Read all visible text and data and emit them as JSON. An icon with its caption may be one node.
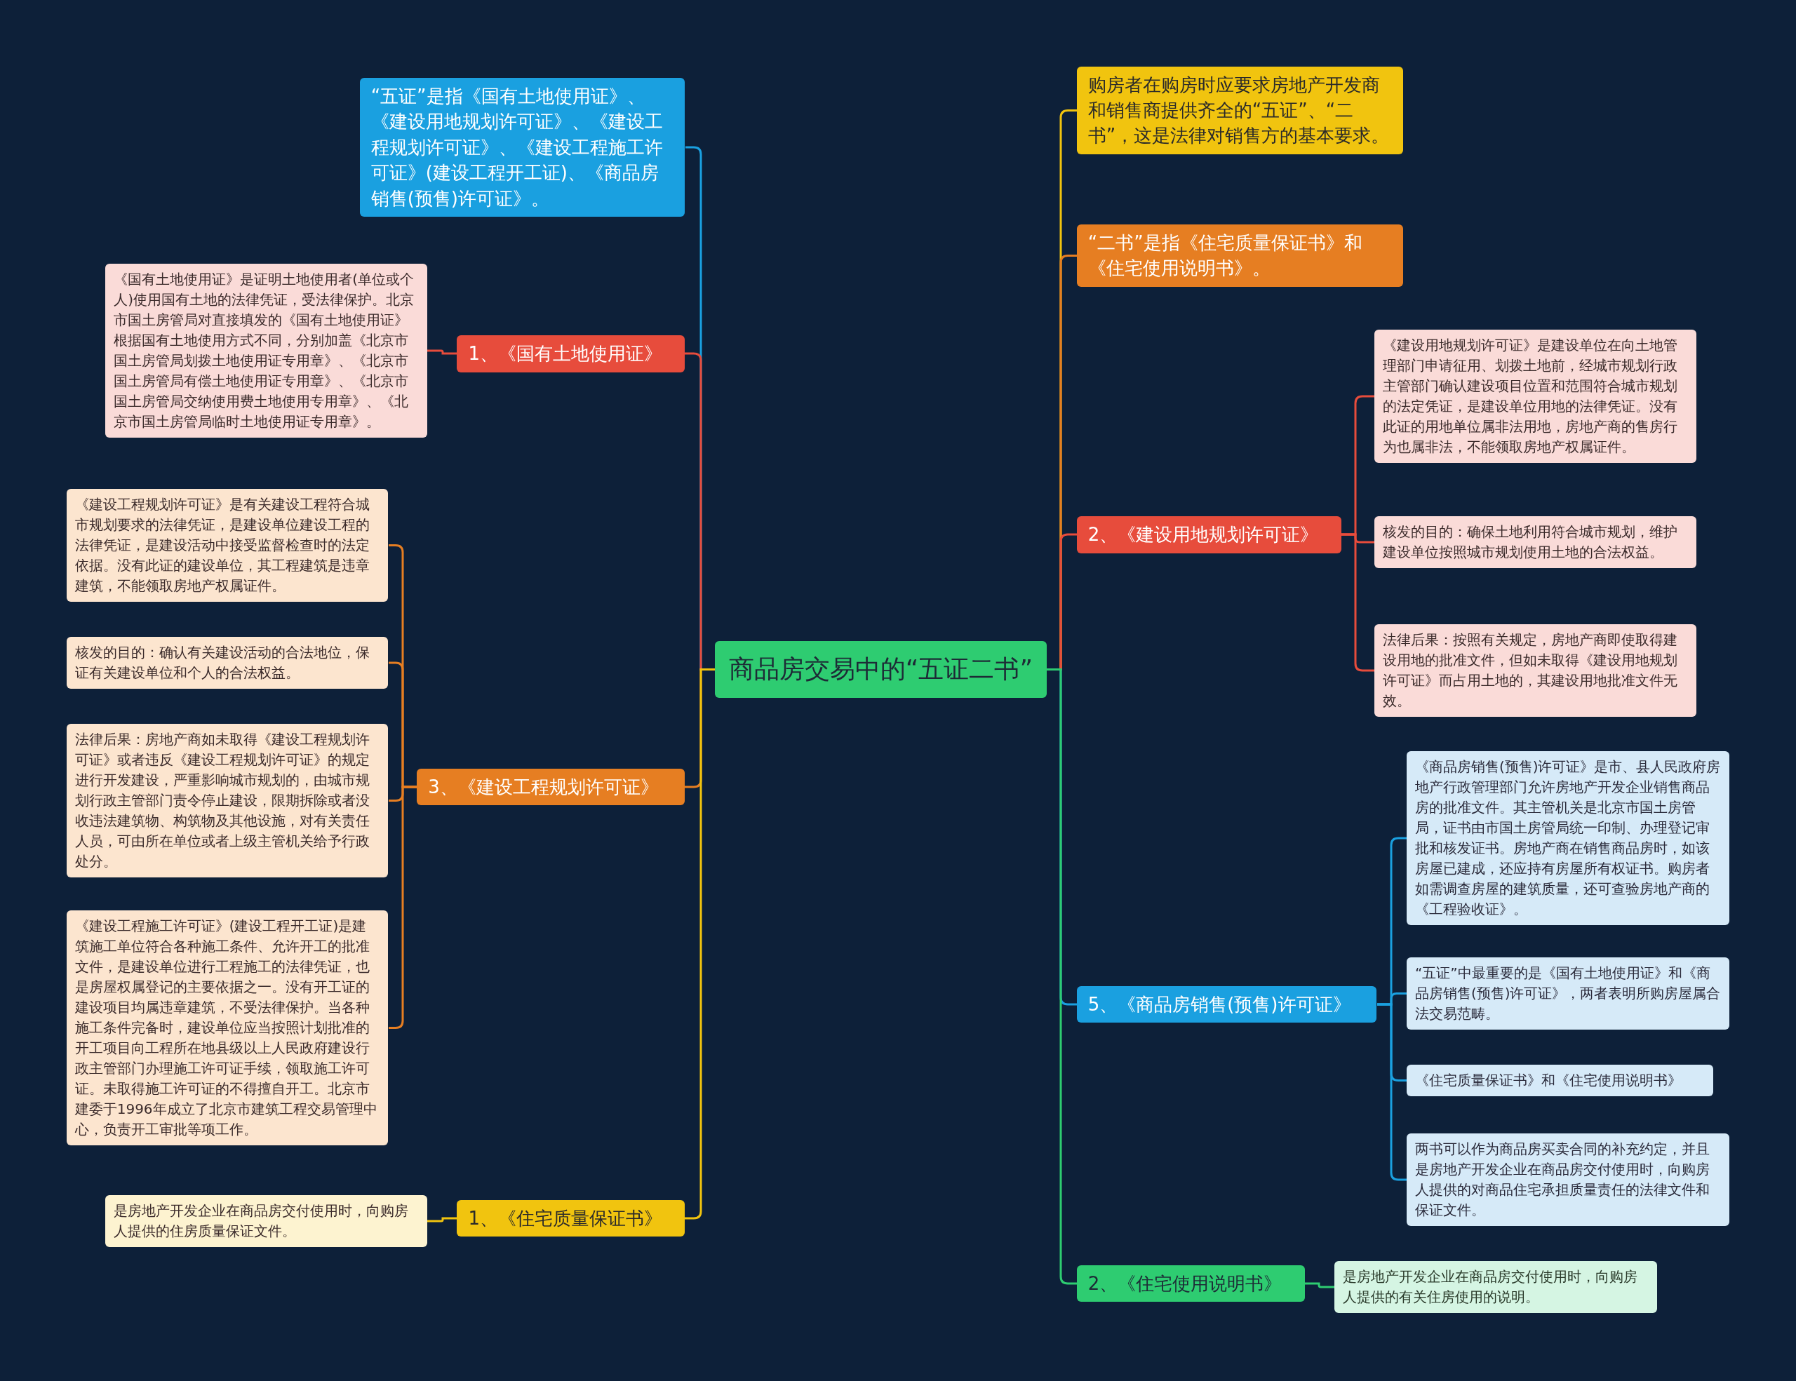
{
  "diagram": {
    "nodes": [
      {
        "text": [
          "商品房交易中的“五证二书”"
        ]
      },
      {
        "text": [
          "“五证”是指《国有土地使用证》、《建设用地规划许可证》、《建设工程规划许可证》、《建设工程施工许可证》(建设工程开工证)、《商品房销售(预售)许可证》。"
        ]
      },
      {
        "text": [
          "1、《国有土地使用证》"
        ]
      },
      {
        "text": [
          "《国有土地使用证》是证明土地使用者(单位或个人)使用国有土地的法律凭证，受法律保护。北京市国土房管局对直接填发的《国有土地使用证》根据国有土地使用方式不同，分别加盖《北京市国土房管局划拨土地使用证专用章》、《北京市国土房管局有偿土地使用证专用章》、《北京市国土房管局交纳使用费土地使用专用章》、《北京市国土房管局临时土地使用证专用章》。"
        ]
      },
      {
        "text": [
          "3、《建设工程规划许可证》"
        ]
      },
      {
        "text": [
          "《建设工程规划许可证》是有关建设工程符合城市规划要求的法律凭证，是建设单位建设工程的法律凭证，是建设活动中接受监督检查时的法定依据。没有此证的建设单位，其工程建筑是违章建筑，不能领取房地产权属证件。"
        ]
      },
      {
        "text": [
          "核发的目的：确认有关建设活动的合法地位，保证有关建设单位和个人的合法权益。"
        ]
      },
      {
        "text": [
          "法律后果：房地产商如未取得《建设工程规划许可证》或者违反《建设工程规划许可证》的规定进行开发建设，严重影响城市规划的，由城市规划行政主管部门责令停止建设，限期拆除或者没收违法建筑物、构筑物及其他设施，对有关责任人员，可由所在单位或者上级主管机关给予行政处分。"
        ]
      },
      {
        "text": [
          "《建设工程施工许可证》(建设工程开工证)是建筑施工单位符合各种施工条件、允许开工的批准文件，是建设单位进行工程施工的法律凭证，也是房屋权属登记的主要依据之一。没有开工证的建设项目均属违章建筑，不受法律保护。当各种施工条件完备时，建设单位应当按照计划批准的开工项目向工程所在地县级以上人民政府建设行政主管部门办理施工许可证手续，领取施工许可证。未取得施工许可证的不得擅自开工。北京市建委于1996年成立了北京市建筑工程交易管理中心，负责开工审批等项工作。"
        ]
      },
      {
        "text": [
          "1、《住宅质量保证书》"
        ]
      },
      {
        "text": [
          "是房地产开发企业在商品房交付使用时，向购房人提供的住房质量保证文件。"
        ]
      },
      {
        "text": [
          "购房者在购房时应要求房地产开发商和销售商提供齐全的“五证”、“二书”，这是法律对销售方的基本要求。"
        ]
      },
      {
        "text": [
          "“二书”是指《住宅质量保证书》和《住宅使用说明书》。"
        ]
      },
      {
        "text": [
          "2、《建设用地规划许可证》"
        ]
      },
      {
        "text": [
          "《建设用地规划许可证》是建设单位在向土地管理部门申请征用、划拨土地前，经城市规划行政主管部门确认建设项目位置和范围符合城市规划的法定凭证，是建设单位用地的法律凭证。没有此证的用地单位属非法用地，房地产商的售房行为也属非法，不能领取房地产权属证件。"
        ]
      },
      {
        "text": [
          "核发的目的：确保土地利用符合城市规划，维护建设单位按照城市规划使用土地的合法权益。"
        ]
      },
      {
        "text": [
          "法律后果：按照有关规定，房地产商即使取得建设用地的批准文件，但如未取得《建设用地规划许可证》而占用土地的，其建设用地批准文件无效。"
        ]
      },
      {
        "text": [
          "5、《商品房销售(预售)许可证》"
        ]
      },
      {
        "text": [
          "《商品房销售(预售)许可证》是市、县人民政府房地产行政管理部门允许房地产开发企业销售商品房的批准文件。其主管机关是北京市国土房管局，证书由市国土房管局统一印制、办理登记审批和核发证书。房地产商在销售商品房时，如该房屋已建成，还应持有房屋所有权证书。购房者如需调查房屋的建筑质量，还可查验房地产商的《工程验收证》。"
        ]
      },
      {
        "text": [
          "“五证”中最重要的是《国有土地使用证》和《商品房销售(预售)许可证》，两者表明所购房屋属合法交易范畴。"
        ]
      },
      {
        "text": [
          "《住宅质量保证书》和《住宅使用说明书》"
        ]
      },
      {
        "text": [
          "两书可以作为商品房买卖合同的补充约定，并且是房地产开发企业在商品房交付使用时，向购房人提供的对商品住宅承担质量责任的法律文件和保证文件。"
        ]
      },
      {
        "text": [
          "2、《住宅使用说明书》"
        ]
      },
      {
        "text": [
          "是房地产开发企业在商品房交付使用时，向购房人提供的有关住房使用的说明。"
        ]
      }
    ],
    "edges": [
      {
        "from": 0,
        "to": 1,
        "arrow": "none",
        "color": "#1aa0e0"
      },
      {
        "from": 0,
        "to": 2,
        "arrow": "none",
        "color": "#e74c3c"
      },
      {
        "from": 2,
        "to": 3,
        "arrow": "none",
        "color": "#e74c3c"
      },
      {
        "from": 0,
        "to": 4,
        "arrow": "none",
        "color": "#e67e22"
      },
      {
        "from": 4,
        "to": 5,
        "arrow": "none",
        "color": "#e67e22"
      },
      {
        "from": 4,
        "to": 6,
        "arrow": "none",
        "color": "#e67e22"
      },
      {
        "from": 4,
        "to": 7,
        "arrow": "none",
        "color": "#e67e22"
      },
      {
        "from": 4,
        "to": 8,
        "arrow": "none",
        "color": "#e67e22"
      },
      {
        "from": 0,
        "to": 9,
        "arrow": "none",
        "color": "#f1c40f"
      },
      {
        "from": 9,
        "to": 10,
        "arrow": "none",
        "color": "#f1c40f"
      },
      {
        "from": 0,
        "to": 11,
        "arrow": "none",
        "color": "#f1c40f"
      },
      {
        "from": 0,
        "to": 12,
        "arrow": "none",
        "color": "#e67e22"
      },
      {
        "from": 0,
        "to": 13,
        "arrow": "none",
        "color": "#e74c3c"
      },
      {
        "from": 13,
        "to": 14,
        "arrow": "none",
        "color": "#e74c3c"
      },
      {
        "from": 13,
        "to": 15,
        "arrow": "none",
        "color": "#e74c3c"
      },
      {
        "from": 13,
        "to": 16,
        "arrow": "none",
        "color": "#e74c3c"
      },
      {
        "from": 0,
        "to": 17,
        "arrow": "none",
        "color": "#1aa0e0"
      },
      {
        "from": 17,
        "to": 18,
        "arrow": "none",
        "color": "#1aa0e0"
      },
      {
        "from": 17,
        "to": 19,
        "arrow": "none",
        "color": "#1aa0e0"
      },
      {
        "from": 17,
        "to": 20,
        "arrow": "none",
        "color": "#1aa0e0"
      },
      {
        "from": 17,
        "to": 21,
        "arrow": "none",
        "color": "#1aa0e0"
      },
      {
        "from": 0,
        "to": 22,
        "arrow": "none",
        "color": "#2ecc71"
      },
      {
        "from": 22,
        "to": 23,
        "arrow": "none",
        "color": "#2ecc71"
      }
    ]
  }
}
